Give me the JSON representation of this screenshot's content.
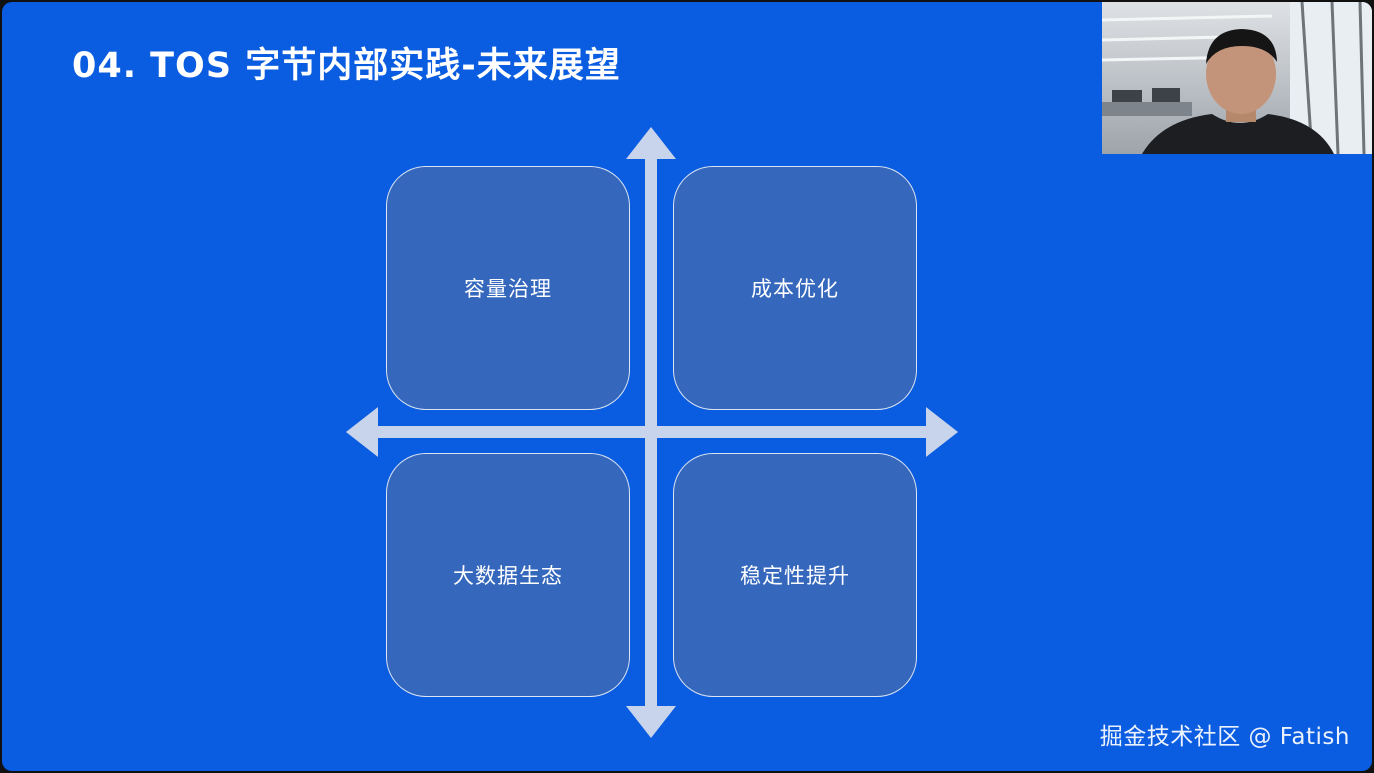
{
  "slide": {
    "title": "04. TOS 字节内部实践-未来展望",
    "background_color": "#0a5ce0",
    "quadrants": {
      "top_left": "容量治理",
      "top_right": "成本优化",
      "bottom_left": "大数据生态",
      "bottom_right": "稳定性提升"
    }
  },
  "watermark": "掘金技术社区 @ Fatish",
  "colors": {
    "quadrant_fill": "#3568bd",
    "axis": "#c8d3ec"
  }
}
